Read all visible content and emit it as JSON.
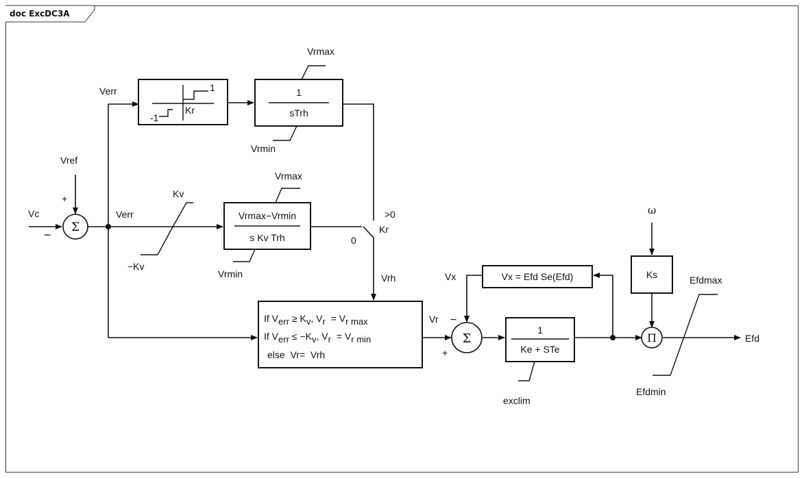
{
  "frame": {
    "title": "doc ExcDC3A"
  },
  "labels": {
    "verr_top": "Verr",
    "vref": "Vref",
    "plus_vref": "+",
    "vc": "Vc",
    "minus_vc": "−",
    "sigma1": "Σ",
    "verr_mid": "Verr",
    "kv": "Kv",
    "neg_kv": "−Kv",
    "dead_one": "1",
    "dead_neg_one": "-1",
    "dead_kr": "Kr",
    "int_num": "1",
    "int_den": "sTrh",
    "vrmax_top": "Vrmax",
    "vrmin_top": "Vrmin",
    "gain_num": "Vrmax−Vrmin",
    "gain_den": "s Kv Trh",
    "vrmax_mid": "Vrmax",
    "vrmin_mid": "Vrmin",
    "sw_gt0": ">0",
    "sw_kr": "Kr",
    "sw_zero": "0",
    "vrh": "Vrh",
    "logic_line1_if": "If V",
    "logic_line1_err": "err",
    "logic_line1_mid": "≥ K",
    "logic_line1_v": "v",
    "logic_line1_vr": ", V",
    "logic_line1_r": "r",
    "logic_line1_eq": " = V",
    "logic_line1_r2": "r",
    "logic_line1_max": " max",
    "logic_line2_if": "If V",
    "logic_line2_err": "err",
    "logic_line2_mid": "≤ −K",
    "logic_line2_v": "v",
    "logic_line2_vr": ", V",
    "logic_line2_r": "r",
    "logic_line2_eq": " = V",
    "logic_line2_r2": "r",
    "logic_line2_min": " min",
    "logic_line3": "else  Vr=  Vrh",
    "vr": "Vr",
    "minus_vr": "−",
    "plus_vr": "+",
    "sigma2": "Σ",
    "vx_in": "Vx",
    "vx_block": "Vx = Efd Se(Efd)",
    "exc_num": "1",
    "exc_den": "Ke + STe",
    "exclim": "exclim",
    "omega": "ω",
    "ks": "Ks",
    "pi": "Π",
    "efdmax": "Efdmax",
    "efdmin": "Efdmin",
    "efd": "Efd"
  }
}
